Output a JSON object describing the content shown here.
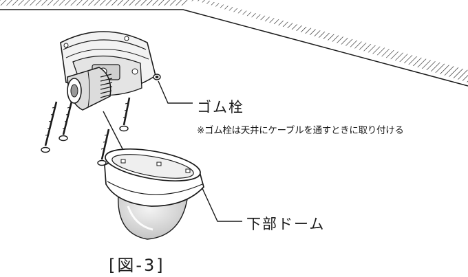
{
  "labels": {
    "rubber_plug": "ゴム栓",
    "rubber_plug_note": "※ゴム栓は天井にケーブルを通すときに取り付ける",
    "lower_dome": "下部ドーム"
  },
  "caption": "[図-3]",
  "colors": {
    "line": "#1a1a1a",
    "background": "#ffffff"
  }
}
